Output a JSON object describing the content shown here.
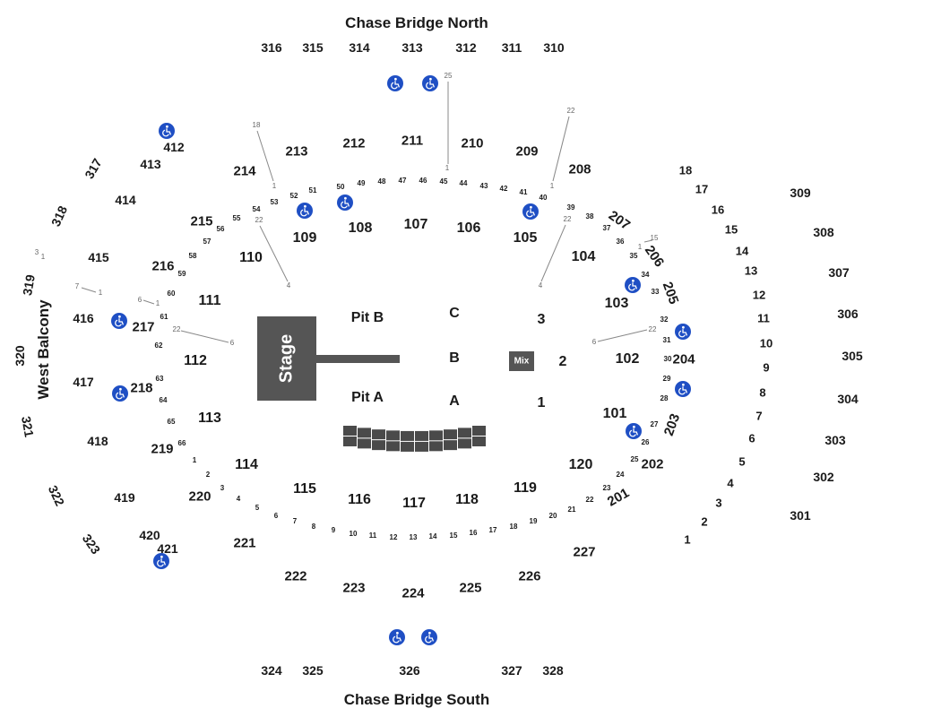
{
  "titles": {
    "north": "Chase Bridge North",
    "south": "Chase Bridge South",
    "west": "West Balcony"
  },
  "stage_label": "Stage",
  "mix_label": "Mix",
  "pits": {
    "pit_b": "Pit B",
    "pit_a": "Pit A"
  },
  "floor": {
    "a": "A",
    "b": "B",
    "c": "C",
    "n1": "1",
    "n2": "2",
    "n3": "3"
  },
  "sections_100": [
    "101",
    "102",
    "103",
    "104",
    "105",
    "106",
    "107",
    "108",
    "109",
    "110",
    "111",
    "112",
    "113",
    "114",
    "115",
    "116",
    "117",
    "118",
    "119",
    "120"
  ],
  "sections_200": [
    "201",
    "202",
    "203",
    "204",
    "205",
    "206",
    "207",
    "208",
    "209",
    "210",
    "211",
    "212",
    "213",
    "214",
    "215",
    "216",
    "217",
    "218",
    "219",
    "220",
    "221",
    "222",
    "223",
    "224",
    "225",
    "226",
    "227"
  ],
  "sections_300": [
    "301",
    "302",
    "303",
    "304",
    "305",
    "306",
    "307",
    "308",
    "309",
    "310",
    "311",
    "312",
    "313",
    "314",
    "315",
    "316",
    "317",
    "318",
    "319",
    "320",
    "321",
    "322",
    "323",
    "324",
    "325",
    "326",
    "327",
    "328"
  ],
  "sections_400": [
    "412",
    "413",
    "414",
    "415",
    "416",
    "417",
    "418",
    "419",
    "420",
    "421"
  ],
  "east_rows": [
    "1",
    "2",
    "3",
    "4",
    "5",
    "6",
    "7",
    "8",
    "9",
    "10",
    "11",
    "12",
    "13",
    "14",
    "15",
    "16",
    "17",
    "18"
  ],
  "row_labels": {
    "north_arc": [
      "53",
      "52",
      "51",
      "50",
      "49",
      "48",
      "47",
      "46",
      "45",
      "44",
      "43",
      "42",
      "41",
      "40"
    ],
    "east_arc": [
      "39",
      "38",
      "37",
      "36",
      "35",
      "34",
      "33",
      "32",
      "31",
      "30",
      "29",
      "28",
      "27",
      "26",
      "25",
      "24",
      "23",
      "22"
    ],
    "south_arc": [
      "1",
      "2",
      "3",
      "4",
      "5",
      "6",
      "7",
      "8",
      "9",
      "10",
      "11",
      "12",
      "13",
      "14",
      "15",
      "16",
      "17",
      "18",
      "19",
      "20",
      "21"
    ],
    "west_arc": [
      "54",
      "55",
      "56",
      "57",
      "58",
      "59",
      "60",
      "61",
      "62",
      "63",
      "64",
      "65",
      "66"
    ],
    "misc": [
      "18",
      "1",
      "22",
      "4",
      "25",
      "1",
      "22",
      "1",
      "22",
      "4",
      "15",
      "1",
      "22",
      "6",
      "3",
      "1",
      "7",
      "1",
      "6",
      "1",
      "22",
      "6"
    ]
  },
  "icons": {
    "ada": "wheelchair-accessible-icon"
  },
  "colors": {
    "ada": "#1f4fc4",
    "stage": "#555555"
  }
}
